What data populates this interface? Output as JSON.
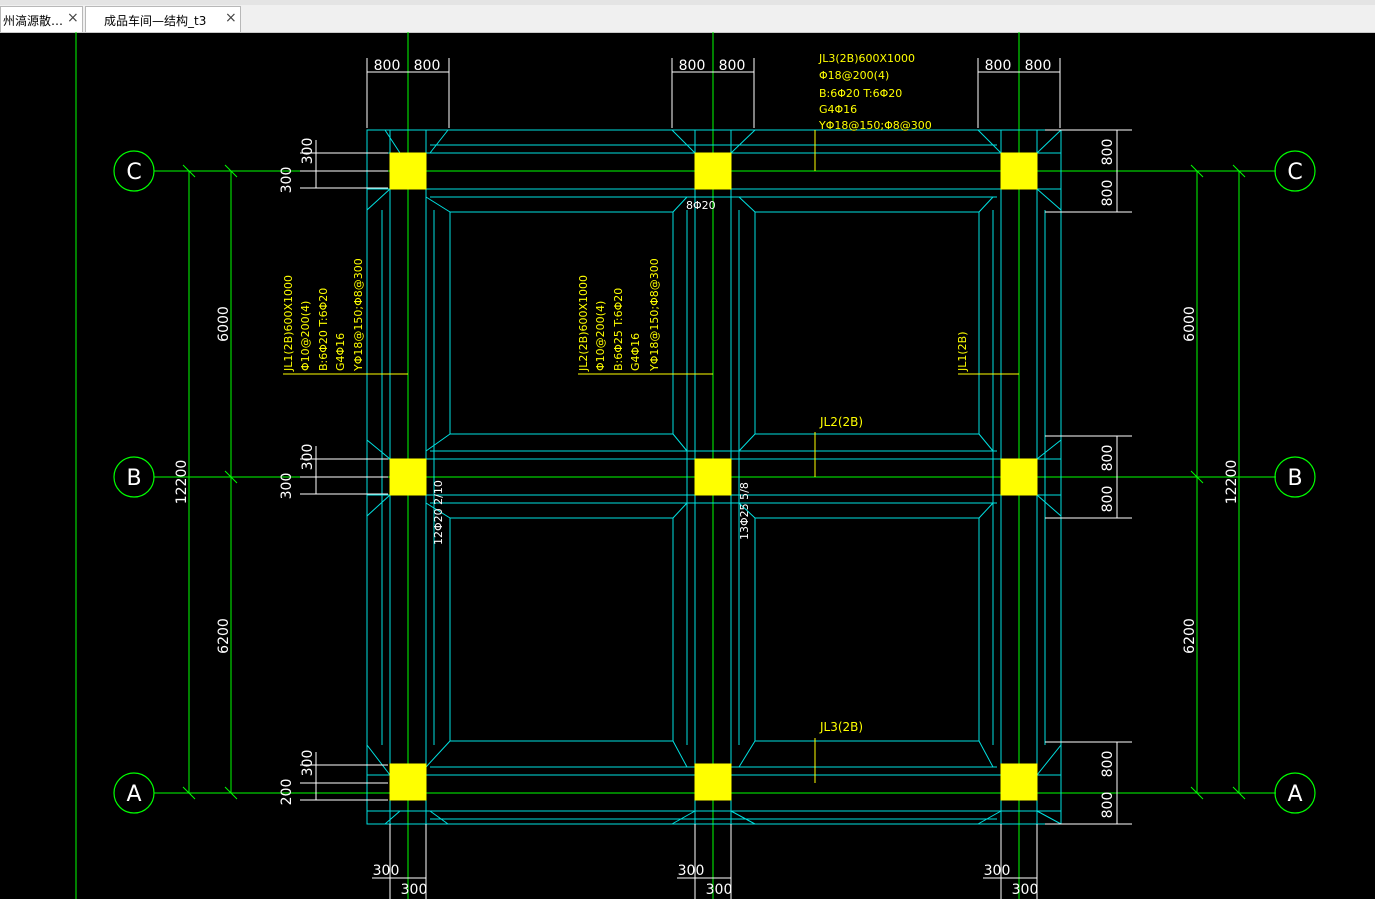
{
  "tabs": [
    {
      "label": "州滈源散…",
      "close": "×"
    },
    {
      "label": "成品车间—结构_t3",
      "close": "×"
    }
  ],
  "colors": {
    "background": "#000000",
    "axis": "#00ff00",
    "beam": "#00e0e0",
    "column": "#ffff00",
    "text_yellow": "#ffff00",
    "dim_text": "#ffffff"
  },
  "grid": {
    "axis_labels": [
      "C",
      "B",
      "A"
    ],
    "span_top": "6000",
    "span_bottom": "6200",
    "total": "12200"
  },
  "dims": {
    "top_pair": "800",
    "side_pair": "800",
    "bottom_a": "300",
    "bottom_b": "300",
    "left_c_top": "300",
    "left_c_bot": "300",
    "left_b_top": "300",
    "left_b_bot": "300",
    "left_a_top": "300",
    "left_a_bot": "200"
  },
  "annotations": {
    "jl3_top": [
      "JL3(2B)600X1000",
      "Φ18@200(4)",
      "B:6Φ20  T:6Φ20",
      "G4Φ16",
      "YΦ18@150;Φ8@300"
    ],
    "jl1_left": [
      "JL1(2B)600X1000",
      "Φ10@200(4)",
      "B:6Φ20  T:6Φ20",
      "G4Φ16",
      "YΦ18@150;Φ8@300"
    ],
    "jl2_mid": [
      "JL2(2B)600X1000",
      "Φ10@200(4)",
      "B:6Φ25  T:6Φ20",
      "G4Φ16",
      "YΦ18@150;Φ8@300"
    ],
    "jl1_right": "JL1(2B)",
    "jl2_label": "JL2(2B)",
    "jl3_label": "JL3(2B)",
    "rebar_c": "8Φ20",
    "rebar_b_left": "12Φ20 2/10",
    "rebar_b_mid": "13Φ25 5/8"
  }
}
